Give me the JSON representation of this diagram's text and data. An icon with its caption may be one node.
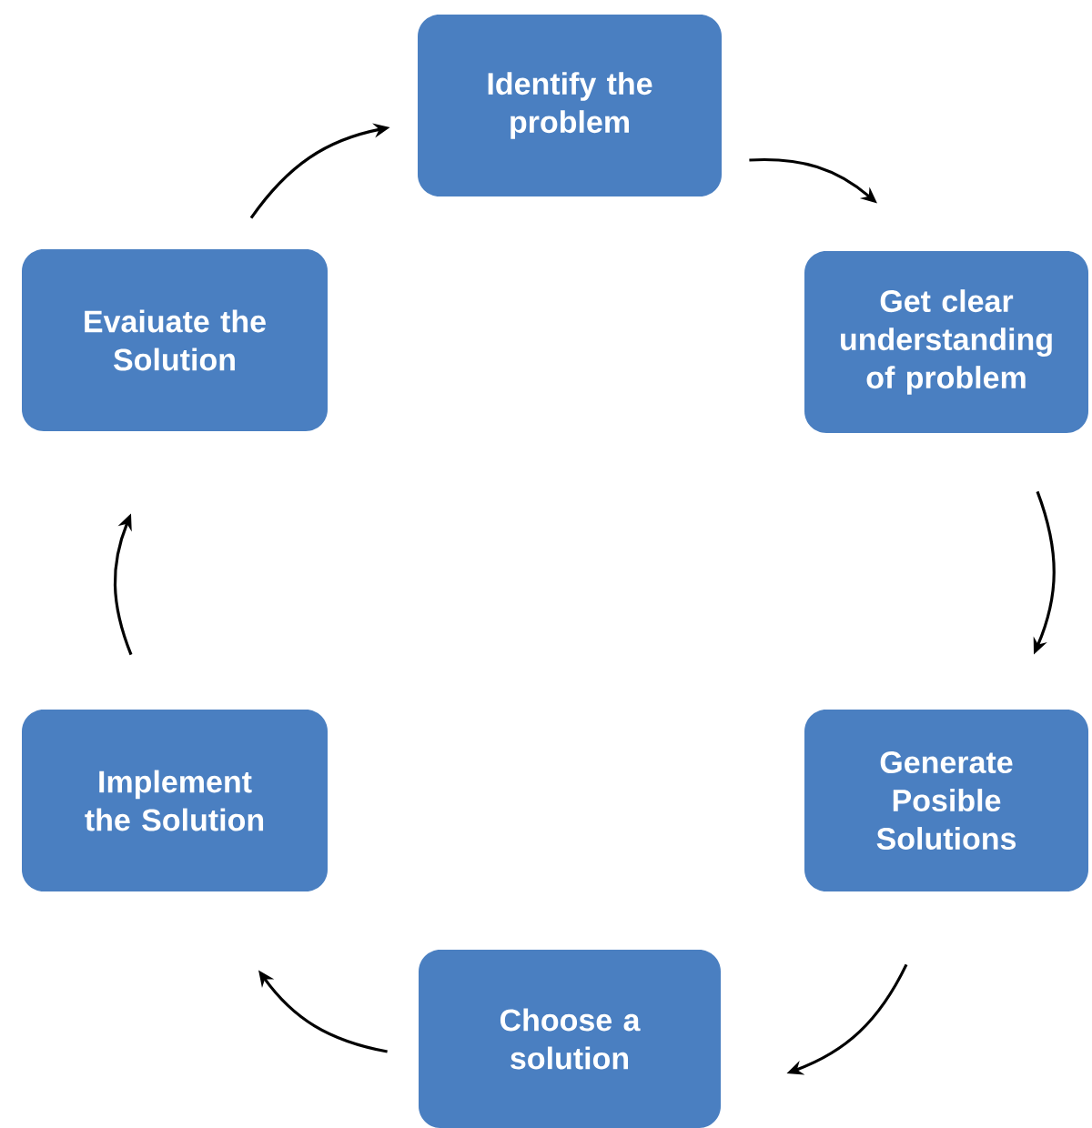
{
  "diagram": {
    "nodes": [
      {
        "text": [
          "Identify the problem"
        ]
      },
      {
        "text": [
          "Get clear understanding of problem"
        ]
      },
      {
        "text": [
          "Generate Posible Solutions"
        ]
      },
      {
        "text": [
          "Choose a solution"
        ]
      },
      {
        "text": [
          "Implement the Solution"
        ]
      },
      {
        "text": [
          "Evaiuate the Solution"
        ]
      }
    ],
    "edges": [
      {
        "from": 0,
        "to": 1,
        "arrow": "to"
      },
      {
        "from": 1,
        "to": 2,
        "arrow": "to"
      },
      {
        "from": 2,
        "to": 3,
        "arrow": "to"
      },
      {
        "from": 3,
        "to": 4,
        "arrow": "to"
      },
      {
        "from": 4,
        "to": 5,
        "arrow": "to"
      },
      {
        "from": 5,
        "to": 0,
        "arrow": "to"
      }
    ]
  }
}
